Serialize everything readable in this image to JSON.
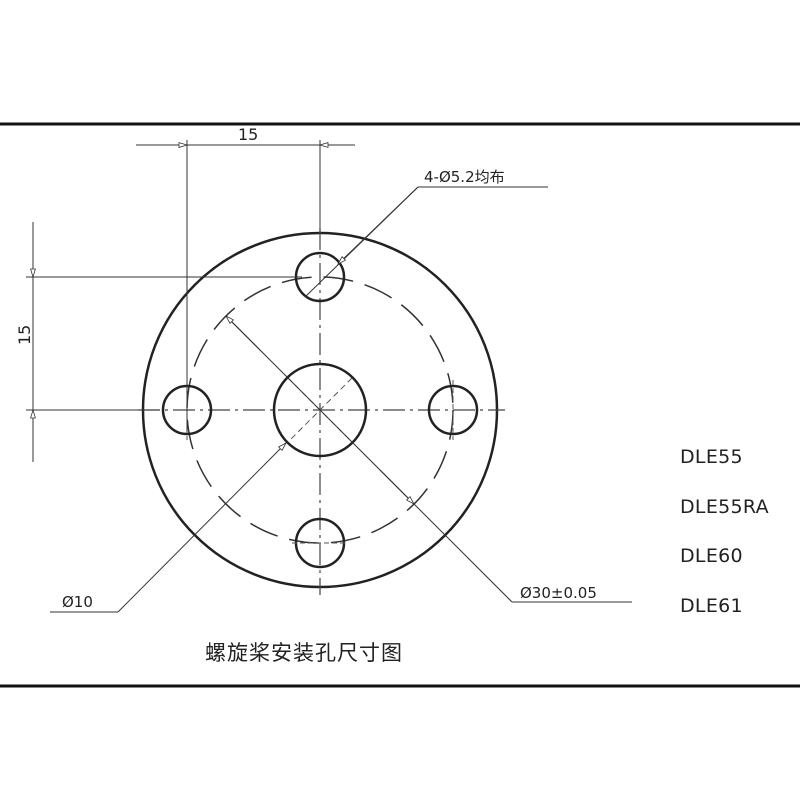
{
  "dimensions": {
    "horizontal_spacing": "15",
    "vertical_spacing": "15",
    "hole_callout": "4-Ø5.2均布",
    "center_bore": "Ø10",
    "bolt_circle": "Ø30±0.05"
  },
  "models": [
    "DLE55",
    "DLE55RA",
    "DLE60",
    "DLE61"
  ],
  "caption": "螺旋桨安装孔尺寸图"
}
